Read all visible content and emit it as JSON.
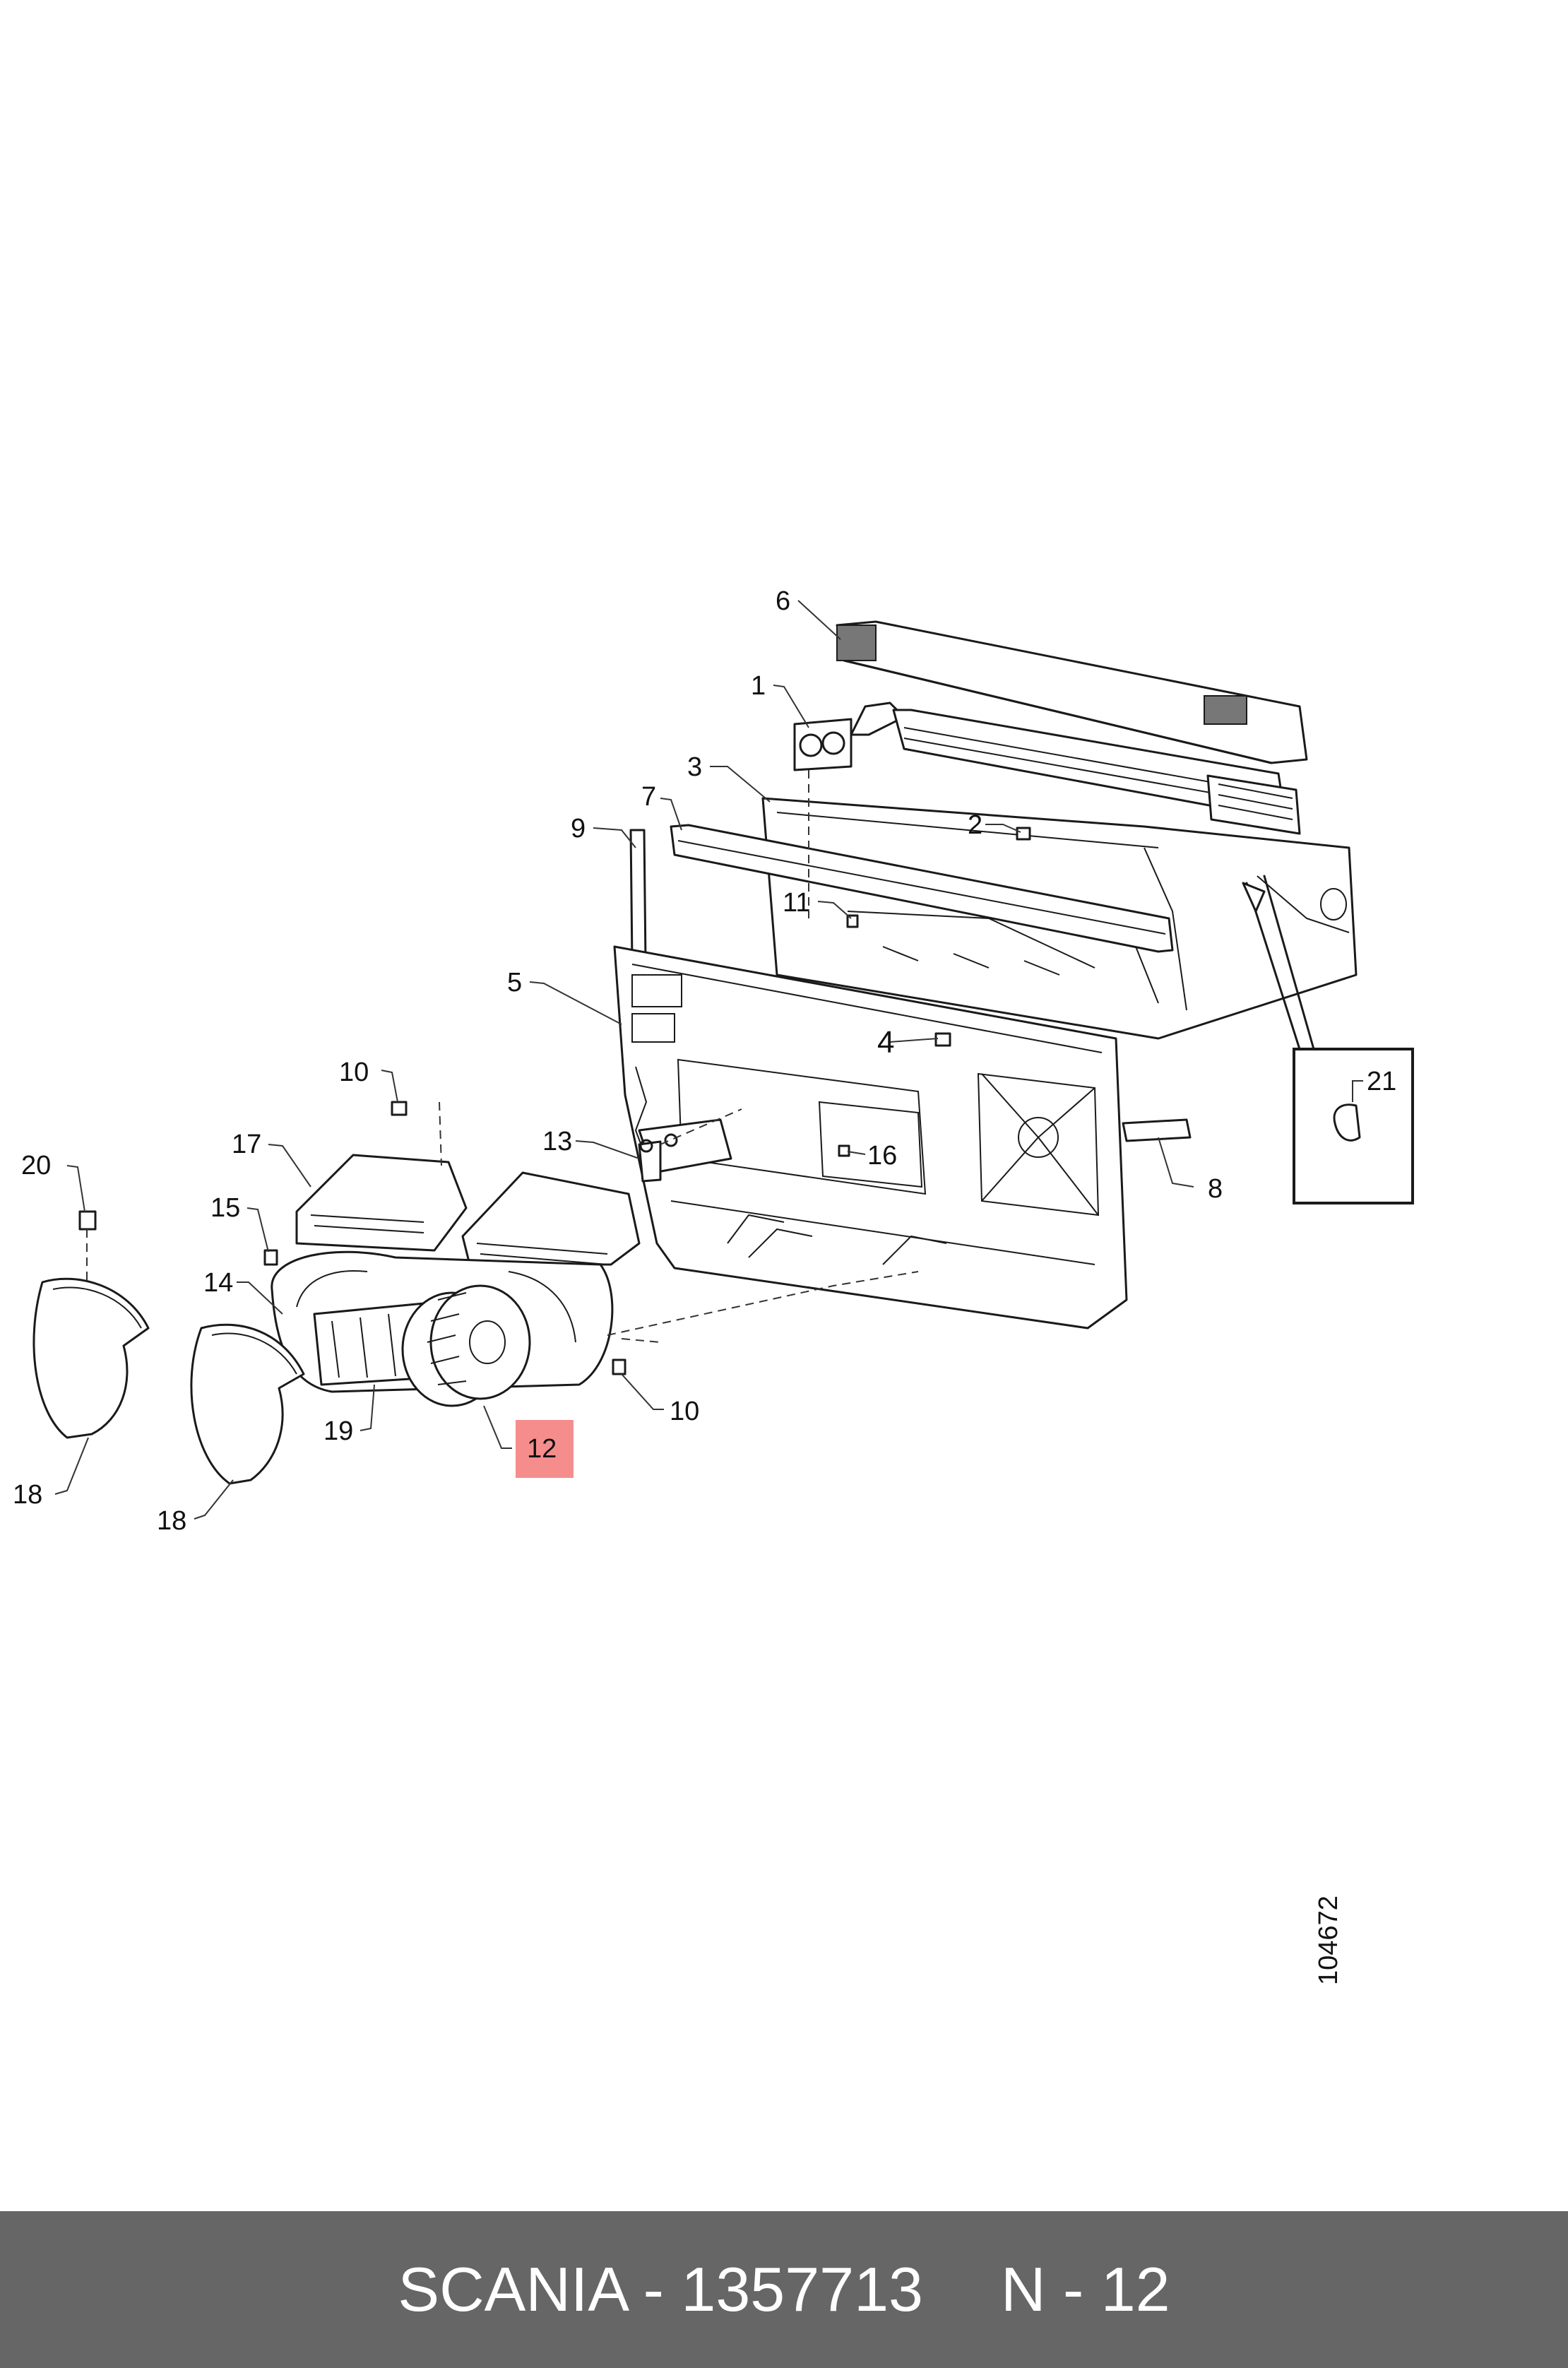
{
  "callouts": {
    "c1": "1",
    "c2": "2",
    "c3": "3",
    "c4": "4",
    "c5": "5",
    "c6": "6",
    "c7": "7",
    "c8": "8",
    "c9": "9",
    "c10a": "10",
    "c10b": "10",
    "c11": "11",
    "c12": "12",
    "c13": "13",
    "c14": "14",
    "c15": "15",
    "c16": "16",
    "c17": "17",
    "c18a": "18",
    "c18b": "18",
    "c19": "19",
    "c20": "20",
    "c21": "21"
  },
  "highlight_color": "#f58d8d",
  "drawing_number": "104672",
  "footer": {
    "part_label": "SCANIA - 1357713",
    "position_label": "N - 12"
  }
}
